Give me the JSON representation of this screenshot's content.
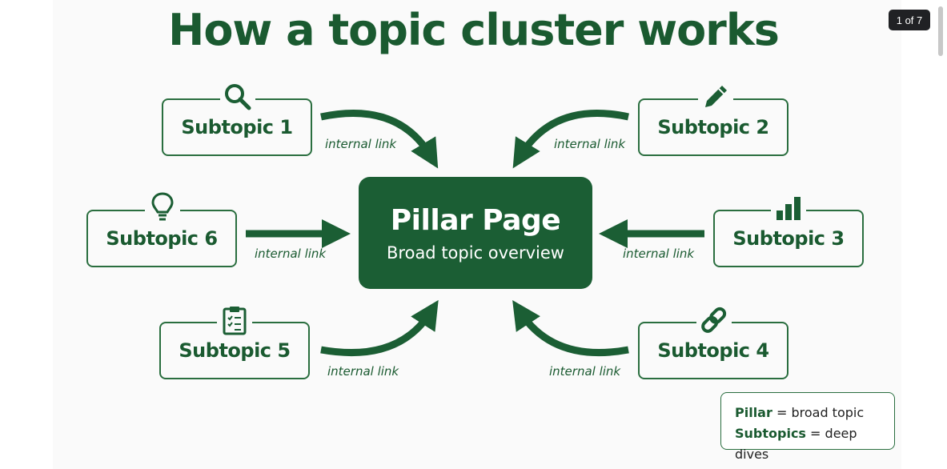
{
  "title": "How a topic cluster works",
  "page_indicator": "1 of 7",
  "pillar": {
    "title": "Pillar Page",
    "subtitle": "Broad topic overview"
  },
  "subtopics": [
    {
      "label": "Subtopic 1",
      "icon": "magnifier-icon"
    },
    {
      "label": "Subtopic 2",
      "icon": "pencil-icon"
    },
    {
      "label": "Subtopic 3",
      "icon": "bar-chart-icon"
    },
    {
      "label": "Subtopic 4",
      "icon": "link-icon"
    },
    {
      "label": "Subtopic 5",
      "icon": "clipboard-checklist-icon"
    },
    {
      "label": "Subtopic 6",
      "icon": "lightbulb-icon"
    }
  ],
  "link_label": "internal link",
  "legend": {
    "pillar_term": "Pillar",
    "pillar_def": "= broad topic",
    "subtopics_term": "Subtopics",
    "subtopics_def": "= deep dives"
  },
  "colors": {
    "primary": "#1b5e34",
    "text": "#1a5a30",
    "background": "#fafafa"
  }
}
